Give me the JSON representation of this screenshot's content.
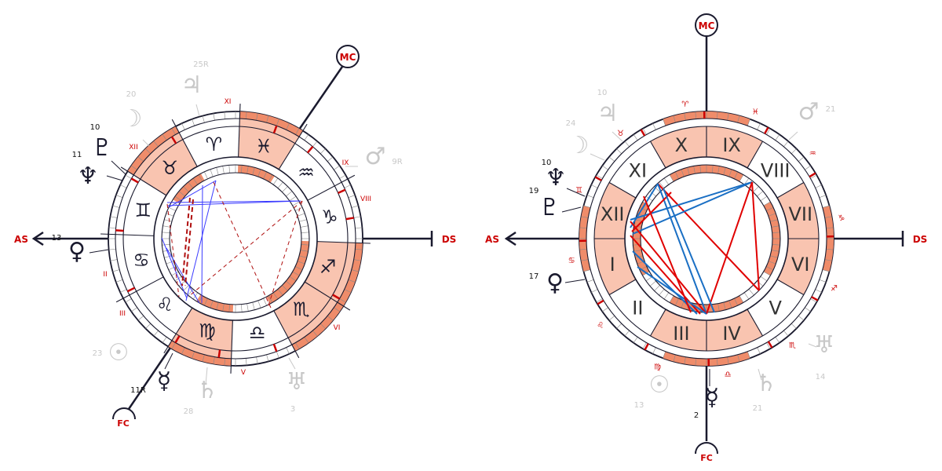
{
  "colors": {
    "ink": "#1a1a2e",
    "axis_red": "#cc0000",
    "house_fill": "#f9c4b0",
    "band_fill": "#ef8c6a",
    "faded": "#c8c8c8",
    "aspect_red": "#e00000",
    "aspect_blue": "#1a6fc4",
    "aspect_violet": "#3b3bff",
    "aspect_darkred": "#b01010"
  },
  "left_chart": {
    "axis": {
      "as": "AS",
      "ds": "DS",
      "mc": "MC",
      "fc": "FC"
    },
    "signs": [
      {
        "glyph": "♓",
        "name": "pisces"
      },
      {
        "glyph": "♒",
        "name": "aquarius"
      },
      {
        "glyph": "♑",
        "name": "capricorn"
      },
      {
        "glyph": "♐",
        "name": "sagittarius"
      },
      {
        "glyph": "♏",
        "name": "scorpio"
      },
      {
        "glyph": "♎",
        "name": "libra"
      },
      {
        "glyph": "♍",
        "name": "virgo"
      },
      {
        "glyph": "♌",
        "name": "leo"
      },
      {
        "glyph": "♋",
        "name": "cancer"
      },
      {
        "glyph": "♊",
        "name": "gemini"
      },
      {
        "glyph": "♉",
        "name": "taurus"
      },
      {
        "glyph": "♈",
        "name": "aries"
      }
    ],
    "house_labels": [
      {
        "text": "XI",
        "name": "house-xi"
      },
      {
        "text": "XII",
        "name": "house-xii"
      },
      {
        "text": "II",
        "name": "house-ii"
      },
      {
        "text": "III",
        "name": "house-iii"
      },
      {
        "text": "V",
        "name": "house-v"
      },
      {
        "text": "VI",
        "name": "house-vi"
      },
      {
        "text": "VIII",
        "name": "house-viii"
      },
      {
        "text": "IX",
        "name": "house-ix"
      }
    ],
    "planets": [
      {
        "icon": "jupiter-icon",
        "glyph": "♃",
        "degree": "25R",
        "faded": true
      },
      {
        "icon": "moon-icon",
        "glyph": "☽",
        "degree": "20",
        "faded": true
      },
      {
        "icon": "pluto-icon",
        "glyph": "♇",
        "degree": "10",
        "faded": false
      },
      {
        "icon": "neptune-icon",
        "glyph": "♆",
        "degree": "11",
        "faded": false
      },
      {
        "icon": "venus-icon",
        "glyph": "♀",
        "degree": "13",
        "faded": false
      },
      {
        "icon": "sun-icon",
        "glyph": "☉",
        "degree": "23",
        "faded": true
      },
      {
        "icon": "mercury-icon",
        "glyph": "☿",
        "degree": "11R",
        "faded": false
      },
      {
        "icon": "saturn-icon",
        "glyph": "♄",
        "degree": "28",
        "faded": true
      },
      {
        "icon": "uranus-icon",
        "glyph": "♅",
        "degree": "3",
        "faded": true
      },
      {
        "icon": "mars-icon",
        "glyph": "♂",
        "degree": "9R",
        "faded": true
      }
    ]
  },
  "right_chart": {
    "axis": {
      "as": "AS",
      "ds": "DS",
      "mc": "MC",
      "fc": "FC"
    },
    "houses": [
      {
        "text": "I",
        "name": "house-i"
      },
      {
        "text": "II",
        "name": "house-ii"
      },
      {
        "text": "III",
        "name": "house-iii"
      },
      {
        "text": "IV",
        "name": "house-iv"
      },
      {
        "text": "V",
        "name": "house-v"
      },
      {
        "text": "VI",
        "name": "house-vi"
      },
      {
        "text": "VII",
        "name": "house-vii"
      },
      {
        "text": "VIII",
        "name": "house-viii"
      },
      {
        "text": "IX",
        "name": "house-ix"
      },
      {
        "text": "X",
        "name": "house-x"
      },
      {
        "text": "XI",
        "name": "house-xi"
      },
      {
        "text": "XII",
        "name": "house-xii"
      }
    ],
    "small_signs": [
      {
        "glyph": "♈",
        "name": "aries"
      },
      {
        "glyph": "♓",
        "name": "pisces"
      },
      {
        "glyph": "♒",
        "name": "aquarius"
      },
      {
        "glyph": "♑",
        "name": "capricorn"
      },
      {
        "glyph": "♐",
        "name": "sagittarius"
      },
      {
        "glyph": "♏",
        "name": "scorpio"
      },
      {
        "glyph": "♎",
        "name": "libra"
      },
      {
        "glyph": "♍",
        "name": "virgo"
      },
      {
        "glyph": "♌",
        "name": "leo"
      },
      {
        "glyph": "♋",
        "name": "cancer"
      },
      {
        "glyph": "♊",
        "name": "gemini"
      },
      {
        "glyph": "♉",
        "name": "taurus"
      }
    ],
    "planets": [
      {
        "icon": "jupiter-icon",
        "glyph": "♃",
        "degree": "10",
        "faded": true
      },
      {
        "icon": "moon-icon",
        "glyph": "☽",
        "degree": "24",
        "faded": true
      },
      {
        "icon": "neptune-icon",
        "glyph": "♆",
        "degree": "10",
        "faded": false
      },
      {
        "icon": "pluto-icon",
        "glyph": "♇",
        "degree": "19",
        "faded": false
      },
      {
        "icon": "venus-icon",
        "glyph": "♀",
        "degree": "17",
        "faded": false
      },
      {
        "icon": "sun-icon",
        "glyph": "☉",
        "degree": "13",
        "faded": true
      },
      {
        "icon": "mercury-icon",
        "glyph": "☿",
        "degree": "2",
        "faded": false
      },
      {
        "icon": "saturn-icon",
        "glyph": "♄",
        "degree": "21",
        "faded": true
      },
      {
        "icon": "uranus-icon",
        "glyph": "♅",
        "degree": "14",
        "faded": true
      },
      {
        "icon": "mars-icon",
        "glyph": "♂",
        "degree": "21",
        "faded": true
      }
    ]
  }
}
